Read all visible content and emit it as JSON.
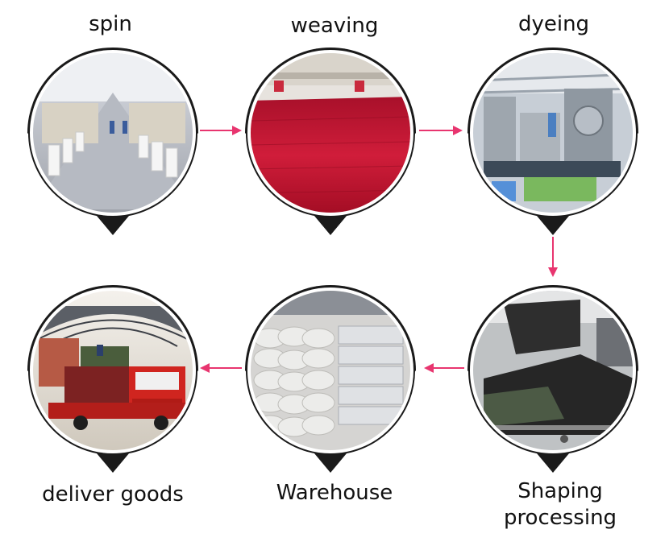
{
  "steps": [
    {
      "label": "spin",
      "image": "spinning-mill-photo"
    },
    {
      "label": "weaving",
      "image": "red-fabric-loom-photo"
    },
    {
      "label": "dyeing",
      "image": "dyeing-machine-photo"
    },
    {
      "label": "Shaping\nprocessing",
      "image": "black-fabric-roll-photo"
    },
    {
      "label": "Warehouse",
      "image": "fabric-rolls-warehouse-photo"
    },
    {
      "label": "deliver goods",
      "image": "red-truck-loading-photo"
    }
  ],
  "colors": {
    "accent": "#e8356f",
    "pin": "#1a1a1a",
    "ring_fill": "#ffffff"
  }
}
